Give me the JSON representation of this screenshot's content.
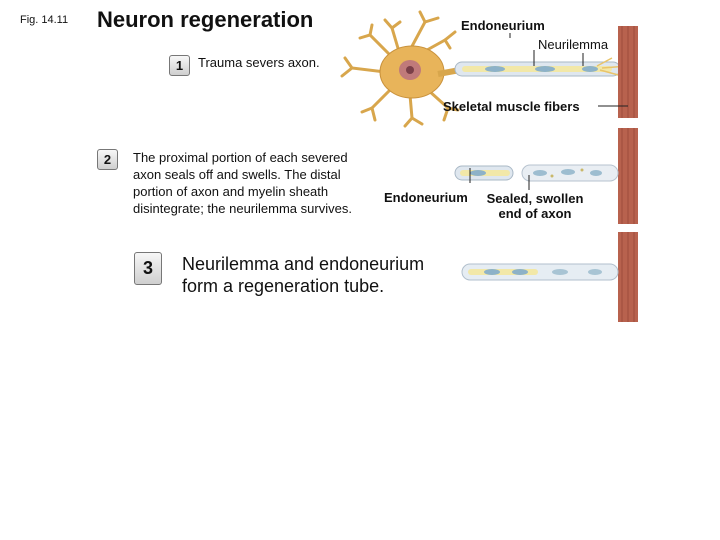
{
  "figure": {
    "label": "Fig. 14.11",
    "title": "Neuron regeneration"
  },
  "steps": [
    {
      "number": "1",
      "text": "Trauma severs axon."
    },
    {
      "number": "2",
      "text_lines": [
        "The proximal portion of each severed",
        "axon seals off and swells. The distal",
        "portion of axon and myelin sheath",
        "disintegrate; the neurilemma survives."
      ]
    },
    {
      "number": "3",
      "text_lines": [
        "Neurilemma and endoneurium",
        "form a regeneration tube."
      ]
    }
  ],
  "labels": {
    "endoneurium_top": "Endoneurium",
    "neurilemma": "Neurilemma",
    "skeletal_muscle": "Skeletal muscle fibers",
    "endoneurium_mid": "Endoneurium",
    "sealed_line1": "Sealed, swollen",
    "sealed_line2": "end of axon"
  },
  "colors": {
    "neuron_body": "#e8b45a",
    "nucleus": "#c07a7a",
    "axon_sheath": "#dfe7ef",
    "muscle": "#b8624e",
    "axon_core": "#f2e8a8"
  }
}
